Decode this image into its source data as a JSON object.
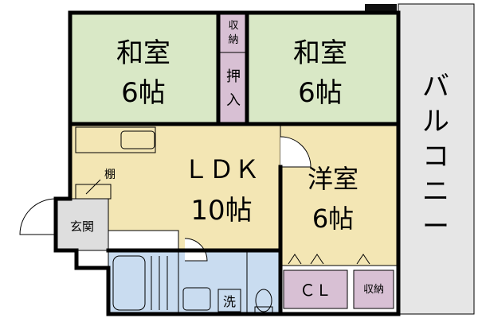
{
  "rooms": {
    "washitsu_left": {
      "name": "和室",
      "size": "6帖"
    },
    "washitsu_right": {
      "name": "和室",
      "size": "6帖"
    },
    "ldk": {
      "name": "ＬＤＫ",
      "size": "10帖"
    },
    "yoshitsu": {
      "name": "洋室",
      "size": "6帖"
    },
    "shuno_top": {
      "lines": [
        "収",
        "納"
      ]
    },
    "oshiire": {
      "lines": [
        "押",
        "入"
      ]
    },
    "tana": "棚",
    "genkan": "玄関",
    "sen": "洗",
    "cl": "ＣＬ",
    "shuno_bottom": "収納",
    "balcony": [
      "バ",
      "ル",
      "コ",
      "ニ",
      "ー"
    ]
  },
  "colors": {
    "tatami": "#d9e8c6",
    "ldk": "#f3e6b4",
    "yoshitsu": "#f3e6b4",
    "storage": "#d8c0d4",
    "wet": "#c9dcf0",
    "entrance": "#dedede",
    "balcony": "#e6e6e6"
  }
}
